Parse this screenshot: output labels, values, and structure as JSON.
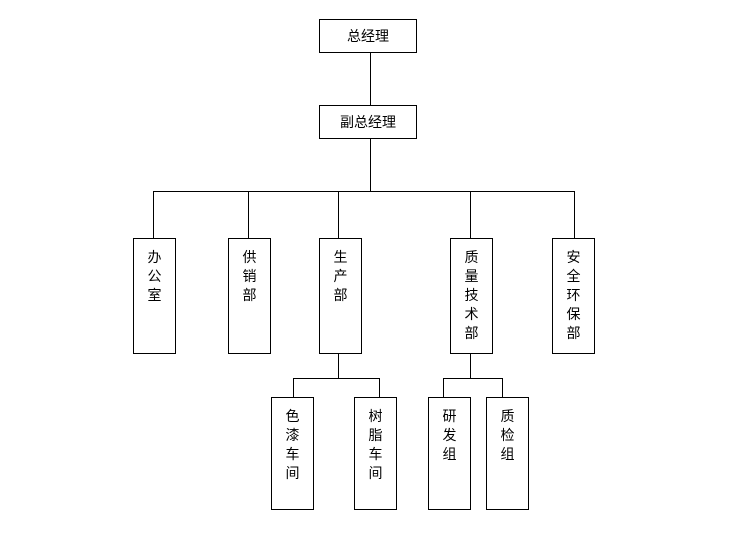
{
  "org_chart": {
    "top": "总经理",
    "deputy": "副总经理",
    "departments": [
      {
        "name": "办公室",
        "chars": [
          "办",
          "公",
          "室"
        ]
      },
      {
        "name": "供销部",
        "chars": [
          "供",
          "销",
          "部"
        ]
      },
      {
        "name": "生产部",
        "chars": [
          "生",
          "产",
          "部"
        ]
      },
      {
        "name": "质量技术部",
        "chars": [
          "质",
          "量",
          "技",
          "术",
          "部"
        ]
      },
      {
        "name": "安全环保部",
        "chars": [
          "安",
          "全",
          "环",
          "保",
          "部"
        ]
      }
    ],
    "production_units": [
      {
        "name": "色漆车间",
        "chars": [
          "色",
          "漆",
          "车",
          "间"
        ]
      },
      {
        "name": "树脂车间",
        "chars": [
          "树",
          "脂",
          "车",
          "间"
        ]
      }
    ],
    "quality_units": [
      {
        "name": "研发组",
        "chars": [
          "研",
          "发",
          "组"
        ]
      },
      {
        "name": "质检组",
        "chars": [
          "质",
          "检",
          "组"
        ]
      }
    ]
  }
}
